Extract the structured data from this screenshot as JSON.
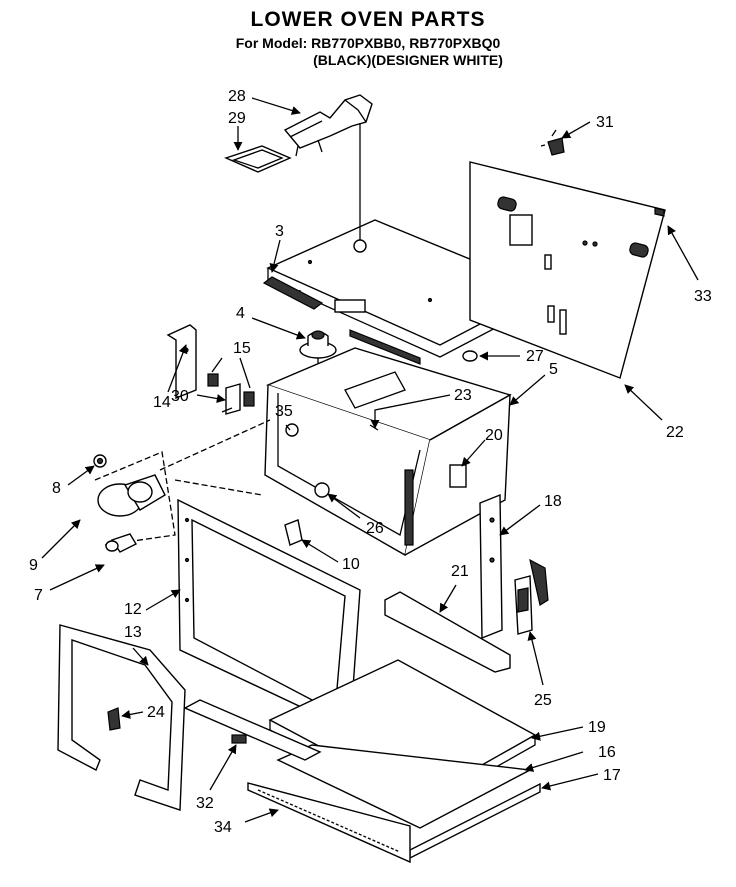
{
  "header": {
    "title": "LOWER OVEN PARTS",
    "model_line": "For Model: RB770PXBB0, RB770PXBQ0",
    "variant_line": "(BLACK)(DESIGNER WHITE)"
  },
  "callouts": {
    "c3": "3",
    "c4": "4",
    "c5": "5",
    "c7": "7",
    "c8": "8",
    "c9": "9",
    "c10": "10",
    "c12": "12",
    "c13": "13",
    "c14": "14",
    "c15": "15",
    "c16": "16",
    "c17": "17",
    "c18": "18",
    "c19": "19",
    "c20": "20",
    "c21": "21",
    "c22": "22",
    "c23": "23",
    "c24": "24",
    "c25": "25",
    "c26": "26",
    "c27": "27",
    "c28": "28",
    "c29": "29",
    "c30": "30",
    "c31": "31",
    "c32": "32",
    "c33": "33",
    "c34": "34",
    "c35": "35"
  }
}
